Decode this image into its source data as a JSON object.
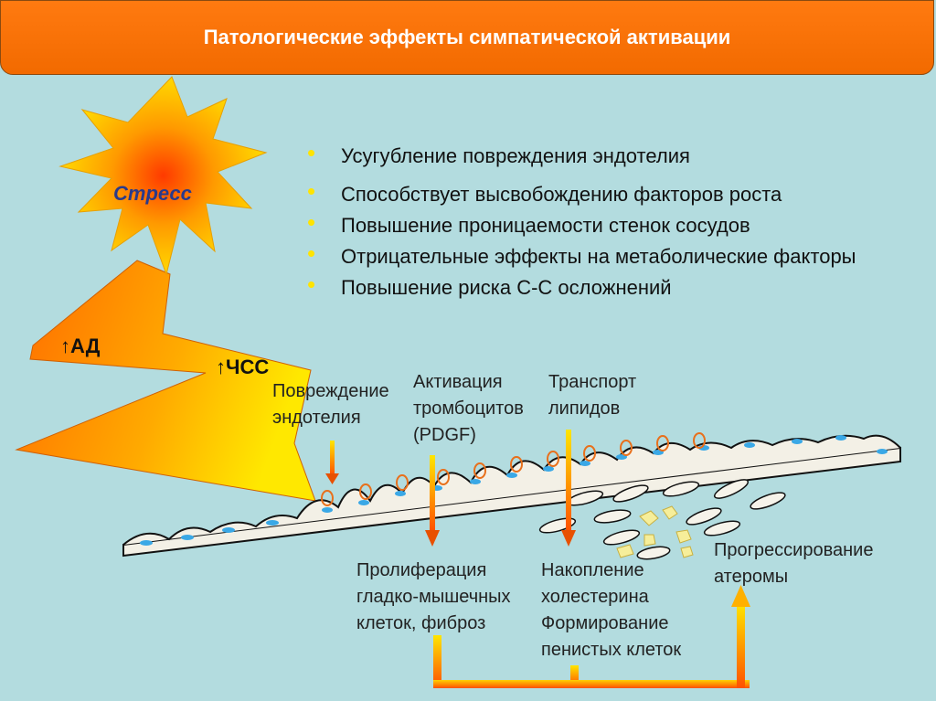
{
  "title": "Патологические эффекты симпатической активации",
  "bullets": [
    "Усугубление повреждения эндотелия",
    "Способствует высвобождению факторов роста",
    "Повышение проницаемости стенок сосудов",
    "Отрицательные эффекты на метаболические факторы",
    "Повышение риска С-С осложнений"
  ],
  "sun_label": "Стресс",
  "bolt_labels": {
    "bp": "↑АД",
    "hr": "↑ЧСС"
  },
  "labels": {
    "endothelium_damage": [
      "Повреждение",
      "эндотелия"
    ],
    "platelet_activation": [
      "Активация",
      "тромбоцитов",
      "(PDGF)"
    ],
    "lipid_transport": [
      "Транспорт",
      "липидов"
    ],
    "proliferation": [
      "Пролиферация",
      "гладко-мышечных",
      "клеток, фиброз"
    ],
    "cholesterol": [
      "Накопление",
      "холестерина",
      "Формирование",
      "пенистых клеток"
    ],
    "atheroma": [
      "Прогрессирование",
      "атеромы"
    ]
  },
  "colors": {
    "title_bg": "#f26a00",
    "background": "#b3dcdf",
    "bullet": "#ffe400",
    "arrow": "#e85000"
  }
}
